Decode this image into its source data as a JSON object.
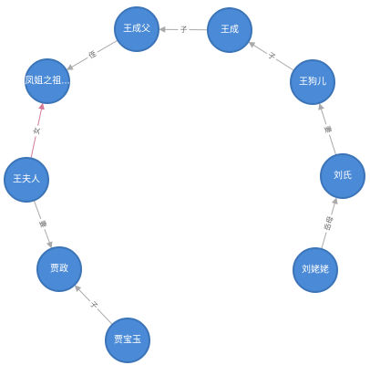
{
  "nodes": [
    {
      "id": "wcf",
      "label": "王成父"
    },
    {
      "id": "wc",
      "label": "王成"
    },
    {
      "id": "fj",
      "label": "凤姐之祖..."
    },
    {
      "id": "wge",
      "label": "王狗儿"
    },
    {
      "id": "lsh",
      "label": "刘氏"
    },
    {
      "id": "wfr",
      "label": "王夫人"
    },
    {
      "id": "jz",
      "label": "贾政"
    },
    {
      "id": "lll",
      "label": "刘姥姥"
    },
    {
      "id": "jby",
      "label": "贾宝玉"
    }
  ],
  "edges": [
    {
      "from": "wc",
      "to": "wcf",
      "label": "子"
    },
    {
      "from": "wcf",
      "to": "fj",
      "label": "侄"
    },
    {
      "from": "wge",
      "to": "wc",
      "label": "子"
    },
    {
      "from": "lsh",
      "to": "wge",
      "label": "妻"
    },
    {
      "from": "lll",
      "to": "lsh",
      "label": "岳母"
    },
    {
      "from": "wfr",
      "to": "fj",
      "label": "女",
      "color": "#d67b97"
    },
    {
      "from": "wfr",
      "to": "jz",
      "label": "妻"
    },
    {
      "from": "jby",
      "to": "jz",
      "label": "子"
    }
  ]
}
